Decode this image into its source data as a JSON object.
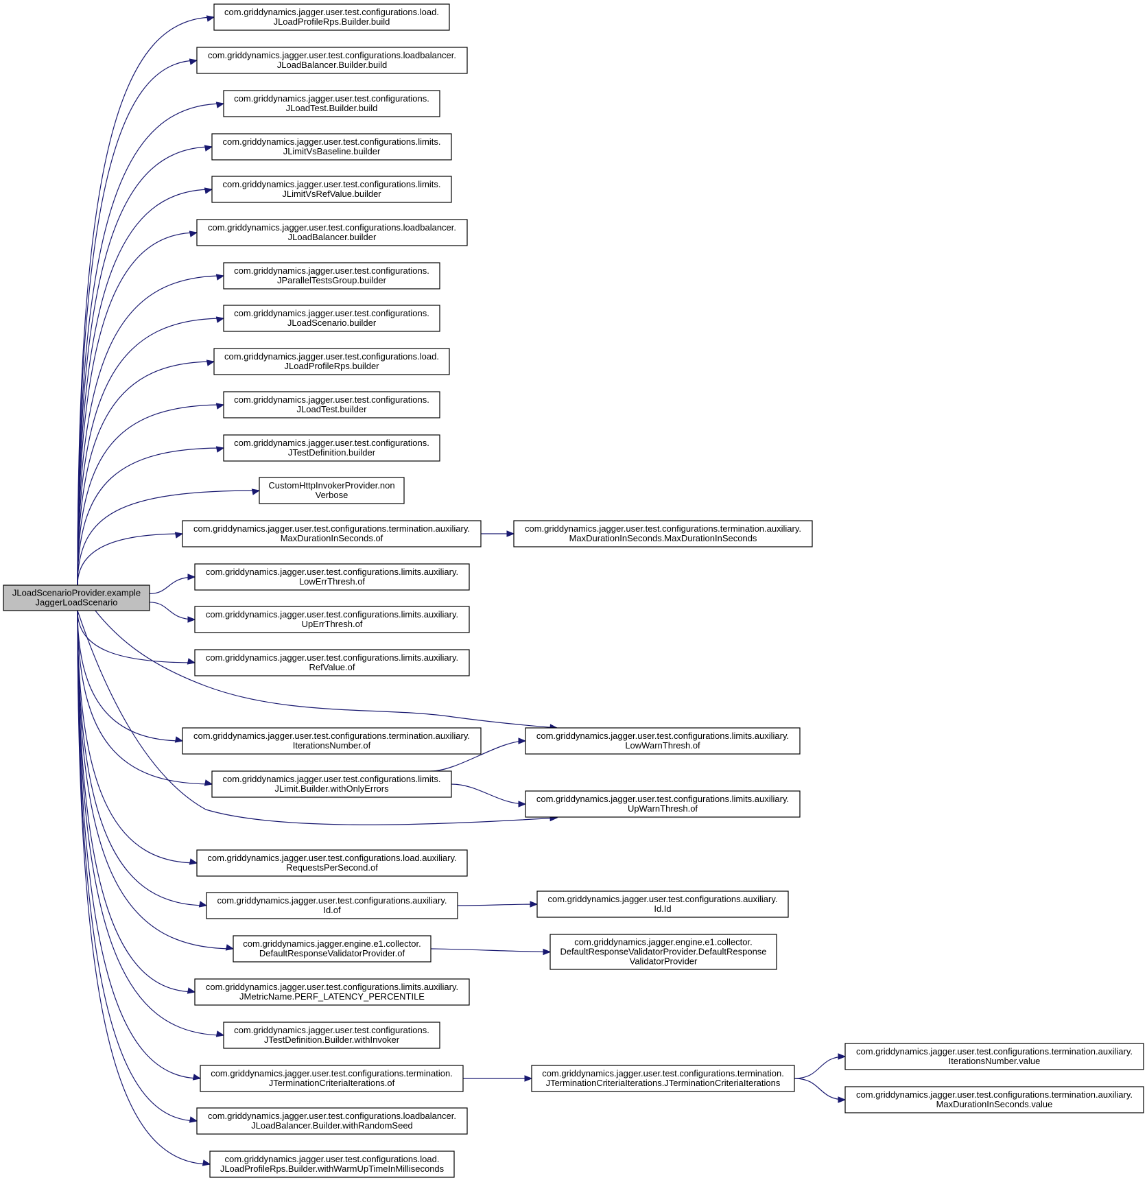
{
  "diagram": {
    "type": "call-graph",
    "edge_color": "#191970",
    "root_fill": "#bfbfbf",
    "nodes": [
      {
        "id": "root",
        "lines": [
          "JLoadScenarioProvider.example",
          "JaggerLoadScenario"
        ],
        "root": true
      },
      {
        "id": "n1",
        "lines": [
          "com.griddynamics.jagger.user.test.configurations.load.",
          "JLoadProfileRps.Builder.build"
        ]
      },
      {
        "id": "n2",
        "lines": [
          "com.griddynamics.jagger.user.test.configurations.loadbalancer.",
          "JLoadBalancer.Builder.build"
        ]
      },
      {
        "id": "n3",
        "lines": [
          "com.griddynamics.jagger.user.test.configurations.",
          "JLoadTest.Builder.build"
        ]
      },
      {
        "id": "n4",
        "lines": [
          "com.griddynamics.jagger.user.test.configurations.limits.",
          "JLimitVsBaseline.builder"
        ]
      },
      {
        "id": "n5",
        "lines": [
          "com.griddynamics.jagger.user.test.configurations.limits.",
          "JLimitVsRefValue.builder"
        ]
      },
      {
        "id": "n6",
        "lines": [
          "com.griddynamics.jagger.user.test.configurations.loadbalancer.",
          "JLoadBalancer.builder"
        ]
      },
      {
        "id": "n7",
        "lines": [
          "com.griddynamics.jagger.user.test.configurations.",
          "JParallelTestsGroup.builder"
        ]
      },
      {
        "id": "n8",
        "lines": [
          "com.griddynamics.jagger.user.test.configurations.",
          "JLoadScenario.builder"
        ]
      },
      {
        "id": "n9",
        "lines": [
          "com.griddynamics.jagger.user.test.configurations.load.",
          "JLoadProfileRps.builder"
        ]
      },
      {
        "id": "n10",
        "lines": [
          "com.griddynamics.jagger.user.test.configurations.",
          "JLoadTest.builder"
        ]
      },
      {
        "id": "n11",
        "lines": [
          "com.griddynamics.jagger.user.test.configurations.",
          "JTestDefinition.builder"
        ]
      },
      {
        "id": "n12",
        "lines": [
          "CustomHttpInvokerProvider.non",
          "Verbose"
        ]
      },
      {
        "id": "n13",
        "lines": [
          "com.griddynamics.jagger.user.test.configurations.termination.auxiliary.",
          "MaxDurationInSeconds.of"
        ]
      },
      {
        "id": "n13a",
        "lines": [
          "com.griddynamics.jagger.user.test.configurations.termination.auxiliary.",
          "MaxDurationInSeconds.MaxDurationInSeconds"
        ]
      },
      {
        "id": "n14",
        "lines": [
          "com.griddynamics.jagger.user.test.configurations.limits.auxiliary.",
          "LowErrThresh.of"
        ]
      },
      {
        "id": "n15",
        "lines": [
          "com.griddynamics.jagger.user.test.configurations.limits.auxiliary.",
          "UpErrThresh.of"
        ]
      },
      {
        "id": "n16",
        "lines": [
          "com.griddynamics.jagger.user.test.configurations.limits.auxiliary.",
          "RefValue.of"
        ]
      },
      {
        "id": "n17",
        "lines": [
          "com.griddynamics.jagger.user.test.configurations.termination.auxiliary.",
          "IterationsNumber.of"
        ]
      },
      {
        "id": "lw",
        "lines": [
          "com.griddynamics.jagger.user.test.configurations.limits.auxiliary.",
          "LowWarnThresh.of"
        ]
      },
      {
        "id": "n18",
        "lines": [
          "com.griddynamics.jagger.user.test.configurations.limits.",
          "JLimit.Builder.withOnlyErrors"
        ]
      },
      {
        "id": "uw",
        "lines": [
          "com.griddynamics.jagger.user.test.configurations.limits.auxiliary.",
          "UpWarnThresh.of"
        ]
      },
      {
        "id": "n19",
        "lines": [
          "com.griddynamics.jagger.user.test.configurations.load.auxiliary.",
          "RequestsPerSecond.of"
        ]
      },
      {
        "id": "n20",
        "lines": [
          "com.griddynamics.jagger.user.test.configurations.auxiliary.",
          "Id.of"
        ]
      },
      {
        "id": "n20a",
        "lines": [
          "com.griddynamics.jagger.user.test.configurations.auxiliary.",
          "Id.Id"
        ]
      },
      {
        "id": "n21",
        "lines": [
          "com.griddynamics.jagger.engine.e1.collector.",
          "DefaultResponseValidatorProvider.of"
        ]
      },
      {
        "id": "n21a",
        "lines": [
          "com.griddynamics.jagger.engine.e1.collector.",
          "DefaultResponseValidatorProvider.DefaultResponse",
          "ValidatorProvider"
        ]
      },
      {
        "id": "n22",
        "lines": [
          "com.griddynamics.jagger.user.test.configurations.limits.auxiliary.",
          "JMetricName.PERF_LATENCY_PERCENTILE"
        ]
      },
      {
        "id": "n23",
        "lines": [
          "com.griddynamics.jagger.user.test.configurations.",
          "JTestDefinition.Builder.withInvoker"
        ]
      },
      {
        "id": "n24",
        "lines": [
          "com.griddynamics.jagger.user.test.configurations.termination.",
          "JTerminationCriteriaIterations.of"
        ]
      },
      {
        "id": "n24a",
        "lines": [
          "com.griddynamics.jagger.user.test.configurations.termination.",
          "JTerminationCriteriaIterations.JTerminationCriteriaIterations"
        ]
      },
      {
        "id": "n24b",
        "lines": [
          "com.griddynamics.jagger.user.test.configurations.termination.auxiliary.",
          "IterationsNumber.value"
        ]
      },
      {
        "id": "n24c",
        "lines": [
          "com.griddynamics.jagger.user.test.configurations.termination.auxiliary.",
          "MaxDurationInSeconds.value"
        ]
      },
      {
        "id": "n25",
        "lines": [
          "com.griddynamics.jagger.user.test.configurations.loadbalancer.",
          "JLoadBalancer.Builder.withRandomSeed"
        ]
      },
      {
        "id": "n26",
        "lines": [
          "com.griddynamics.jagger.user.test.configurations.load.",
          "JLoadProfileRps.Builder.withWarmUpTimeInMilliseconds"
        ]
      }
    ],
    "edges": [
      [
        "root",
        "n1"
      ],
      [
        "root",
        "n2"
      ],
      [
        "root",
        "n3"
      ],
      [
        "root",
        "n4"
      ],
      [
        "root",
        "n5"
      ],
      [
        "root",
        "n6"
      ],
      [
        "root",
        "n7"
      ],
      [
        "root",
        "n8"
      ],
      [
        "root",
        "n9"
      ],
      [
        "root",
        "n10"
      ],
      [
        "root",
        "n11"
      ],
      [
        "root",
        "n12"
      ],
      [
        "root",
        "n13"
      ],
      [
        "n13",
        "n13a"
      ],
      [
        "root",
        "n14"
      ],
      [
        "root",
        "n15"
      ],
      [
        "root",
        "n16"
      ],
      [
        "root",
        "lw"
      ],
      [
        "root",
        "n17"
      ],
      [
        "root",
        "n18"
      ],
      [
        "n18",
        "lw"
      ],
      [
        "n18",
        "uw"
      ],
      [
        "root",
        "uw"
      ],
      [
        "root",
        "n19"
      ],
      [
        "root",
        "n20"
      ],
      [
        "n20",
        "n20a"
      ],
      [
        "root",
        "n21"
      ],
      [
        "n21",
        "n21a"
      ],
      [
        "root",
        "n22"
      ],
      [
        "root",
        "n23"
      ],
      [
        "root",
        "n24"
      ],
      [
        "n24",
        "n24a"
      ],
      [
        "n24a",
        "n24b"
      ],
      [
        "n24a",
        "n24c"
      ],
      [
        "root",
        "n25"
      ],
      [
        "root",
        "n26"
      ]
    ]
  }
}
